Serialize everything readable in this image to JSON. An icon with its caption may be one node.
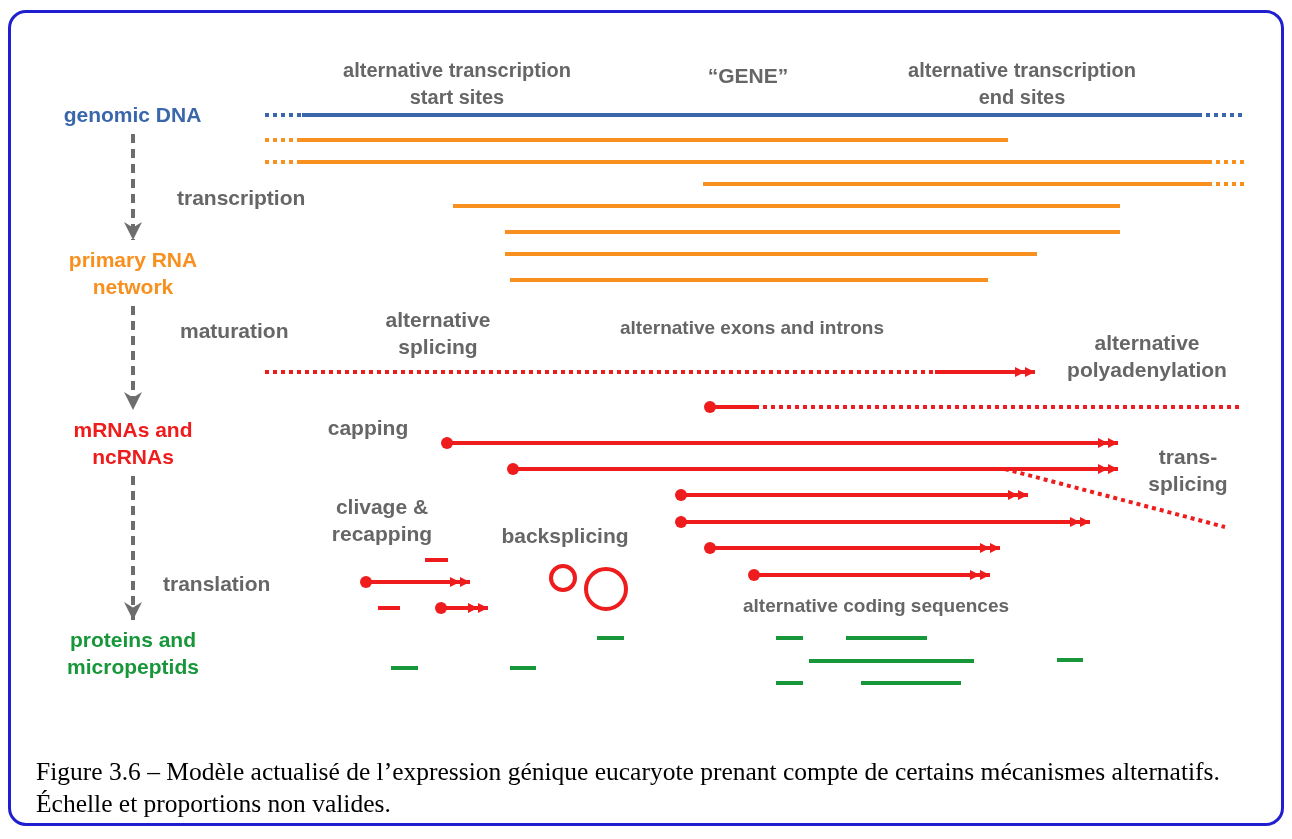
{
  "diagram": {
    "nodes": [
      {
        "text": [
          "genomic DNA"
        ]
      },
      {
        "text": [
          "primary RNA network"
        ]
      },
      {
        "text": [
          "mRNAs and ncRNAs"
        ]
      },
      {
        "text": [
          "proteins and micropeptids"
        ]
      }
    ],
    "edges": [
      {
        "from": 0,
        "to": 1,
        "arrow": "to",
        "style": "dashed",
        "label": "transcription"
      },
      {
        "from": 1,
        "to": 2,
        "arrow": "to",
        "style": "dashed",
        "label": "maturation"
      },
      {
        "from": 2,
        "to": 3,
        "arrow": "to",
        "style": "dashed",
        "label": "translation"
      }
    ],
    "labels": [
      "alternative transcription start sites",
      "“GENE”",
      "alternative transcription end sites",
      "alternative splicing",
      "alternative exons and introns",
      "alternative polyadenylation",
      "capping",
      "trans-splicing",
      "clivage & recapping",
      "backsplicing",
      "alternative coding sequences"
    ],
    "caption": "Figure 3.6 – Modèle actualisé de l’expression génique eucaryote prenant compte de certains mécanismes alternatifs. Échelle et proportions non valides."
  }
}
